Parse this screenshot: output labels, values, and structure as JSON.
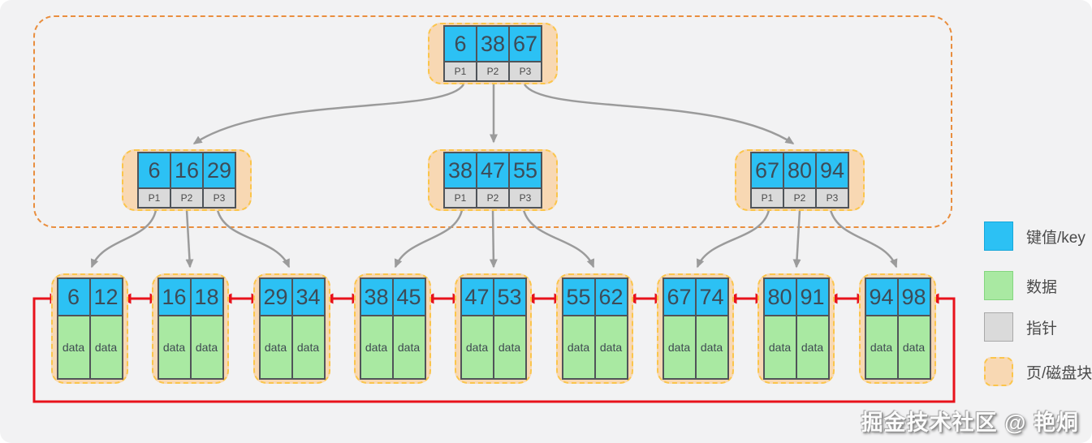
{
  "tree": {
    "root": {
      "keys": [
        "6",
        "38",
        "67"
      ]
    },
    "internal": [
      {
        "keys": [
          "6",
          "16",
          "29"
        ]
      },
      {
        "keys": [
          "38",
          "47",
          "55"
        ]
      },
      {
        "keys": [
          "67",
          "80",
          "94"
        ]
      }
    ],
    "leaves": [
      {
        "keys": [
          "6",
          "12"
        ]
      },
      {
        "keys": [
          "16",
          "18"
        ]
      },
      {
        "keys": [
          "29",
          "34"
        ]
      },
      {
        "keys": [
          "38",
          "45"
        ]
      },
      {
        "keys": [
          "47",
          "53"
        ]
      },
      {
        "keys": [
          "55",
          "62"
        ]
      },
      {
        "keys": [
          "67",
          "74"
        ]
      },
      {
        "keys": [
          "80",
          "91"
        ]
      },
      {
        "keys": [
          "94",
          "98"
        ]
      }
    ]
  },
  "labels": {
    "pointers": [
      "P1",
      "P2",
      "P3"
    ],
    "data": "data"
  },
  "legend": {
    "items": [
      {
        "swatch": "key-swatch",
        "label": "键值/key"
      },
      {
        "swatch": "data-swatch",
        "label": "数据"
      },
      {
        "swatch": "pointer-swatch",
        "label": "指针"
      },
      {
        "swatch": "page-swatch",
        "label": "页/磁盘块"
      }
    ]
  },
  "watermark": "掘金技术社区 @ 艳烔",
  "colors": {
    "key_blue": "#2cc1f4",
    "data_green": "#a9e9a2",
    "pointer_gray": "#dadada",
    "page_orange": "#f8d8b3",
    "page_dash_border": "#fbc54b",
    "outer_dash_border": "#e98e3e",
    "arrow_gray": "#9b9b9b",
    "linked_list_red": "#e8121b",
    "background": "#f2f2f3"
  }
}
